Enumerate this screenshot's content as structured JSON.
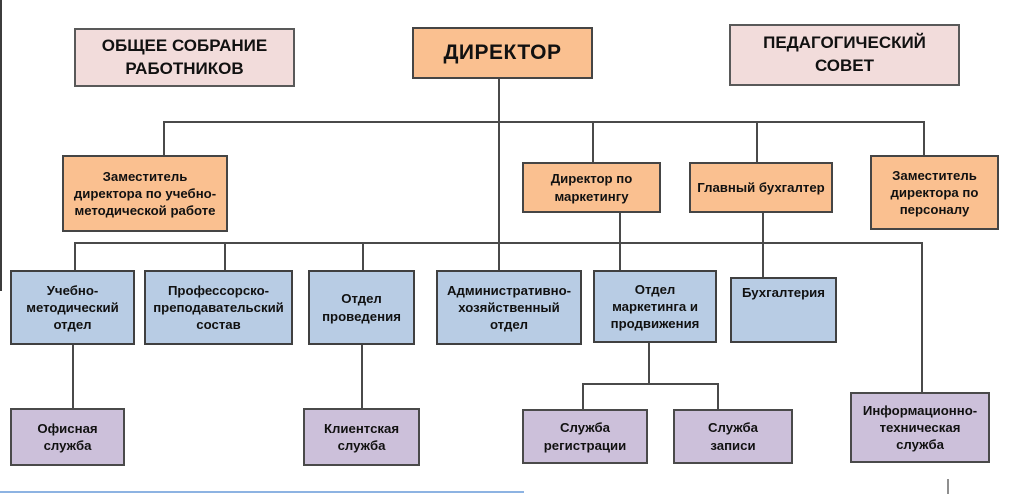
{
  "nodes": {
    "general_meeting": {
      "label": "ОБЩЕЕ СОБРАНИЕ РАБОТНИКОВ"
    },
    "director": {
      "label": "ДИРЕКТОР"
    },
    "pedagogical_council": {
      "label": "ПЕДАГОГИЧЕСКИЙ СОВЕТ"
    },
    "deputy_methodical": {
      "label": "Заместитель директора по учебно-методической работе"
    },
    "marketing_director": {
      "label": "Директор по маркетингу"
    },
    "chief_accountant": {
      "label": "Главный бухгалтер"
    },
    "deputy_personnel": {
      "label": "Заместитель директора по персоналу"
    },
    "methodical_dept": {
      "label": "Учебно-методический отдел"
    },
    "professors_staff": {
      "label": "Профессорско-преподавательский состав"
    },
    "event_dept": {
      "label": "Отдел проведения"
    },
    "admin_dept": {
      "label": "Административно-хозяйственный отдел"
    },
    "marketing_dept": {
      "label": "Отдел маркетинга и продвижения"
    },
    "accounting_dept": {
      "label": "Бухгалтерия"
    },
    "office_service": {
      "label": "Офисная служба"
    },
    "client_service": {
      "label": "Клиентская служба"
    },
    "registration_service": {
      "label": "Служба регистрации"
    },
    "booking_service": {
      "label": "Служба записи"
    },
    "it_service": {
      "label": "Информационно-техническая служба"
    }
  },
  "hierarchy": [
    {
      "from": "director",
      "to": "deputy_methodical"
    },
    {
      "from": "director",
      "to": "marketing_director"
    },
    {
      "from": "director",
      "to": "chief_accountant"
    },
    {
      "from": "director",
      "to": "deputy_personnel"
    },
    {
      "from": "director",
      "to": "methodical_dept"
    },
    {
      "from": "director",
      "to": "professors_staff"
    },
    {
      "from": "director",
      "to": "event_dept"
    },
    {
      "from": "director",
      "to": "admin_dept"
    },
    {
      "from": "marketing_director",
      "to": "marketing_dept"
    },
    {
      "from": "chief_accountant",
      "to": "accounting_dept"
    },
    {
      "from": "deputy_personnel",
      "to": "it_service"
    },
    {
      "from": "methodical_dept",
      "to": "office_service"
    },
    {
      "from": "event_dept",
      "to": "client_service"
    },
    {
      "from": "marketing_dept",
      "to": "registration_service"
    },
    {
      "from": "marketing_dept",
      "to": "booking_service"
    }
  ],
  "colors": {
    "council_pink": "#F2DCDB",
    "management_orange": "#FAC090",
    "department_blue": "#B8CCE4",
    "service_purple": "#CCC0DA",
    "connector_gray": "#4A4A4A",
    "bottom_line_blue": "#8DB3E2"
  }
}
